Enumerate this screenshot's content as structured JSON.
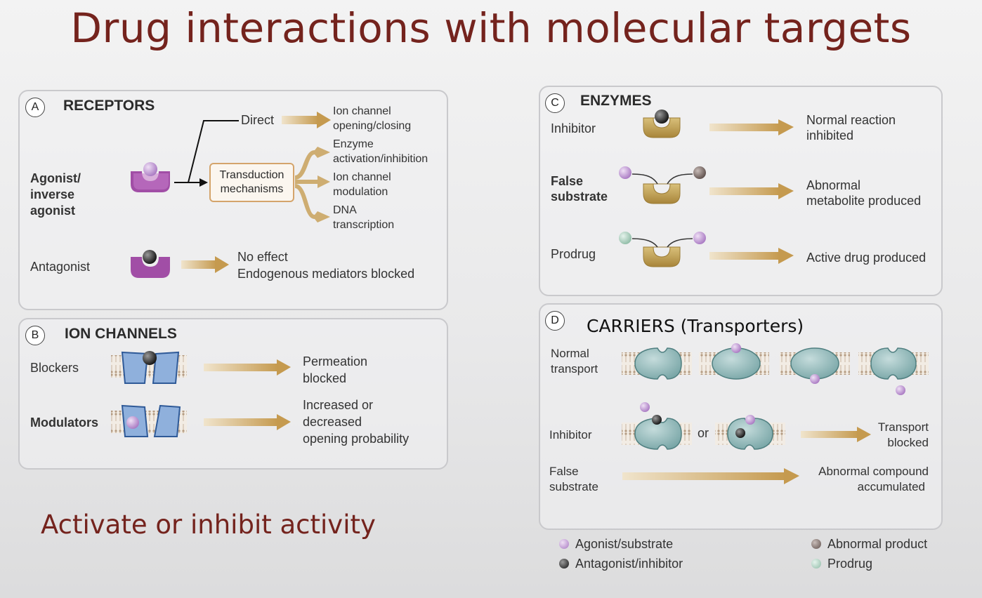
{
  "title": "Drug interactions with molecular targets",
  "subtitle": "Activate or inhibit  activity",
  "panels": {
    "receptors": {
      "letter": "A",
      "heading": "RECEPTORS",
      "agonist_label_1": "Agonist/",
      "agonist_label_2": "inverse",
      "agonist_label_3": "agonist",
      "direct": "Direct",
      "transduction_1": "Transduction",
      "transduction_2": "mechanisms",
      "out_ion_1": "Ion channel",
      "out_ion_2": "opening/closing",
      "out_enzyme_1": "Enzyme",
      "out_enzyme_2": "activation/inhibition",
      "out_mod_1": "Ion channel",
      "out_mod_2": "modulation",
      "out_dna_1": "DNA",
      "out_dna_2": "transcription",
      "antagonist": "Antagonist",
      "no_effect": "No effect",
      "blocked": "Endogenous mediators blocked"
    },
    "ion_channels": {
      "letter": "B",
      "heading": "ION CHANNELS",
      "blockers": "Blockers",
      "permeation_1": "Permeation",
      "permeation_2": "blocked",
      "modulators": "Modulators",
      "mod_out_1": "Increased or",
      "mod_out_2": "decreased",
      "mod_out_3": "opening probability"
    },
    "enzymes": {
      "letter": "C",
      "heading": "ENZYMES",
      "inhibitor": "Inhibitor",
      "inh_out_1": "Normal reaction",
      "inh_out_2": "inhibited",
      "false_sub_1": "False",
      "false_sub_2": "substrate",
      "false_out_1": "Abnormal",
      "false_out_2": "metabolite produced",
      "prodrug": "Prodrug",
      "prodrug_out": "Active drug produced"
    },
    "carriers": {
      "letter": "D",
      "heading": "CARRIERS (Transporters)",
      "normal_1": "Normal",
      "normal_2": "transport",
      "inhibitor": "Inhibitor",
      "or": "or",
      "inh_out_1": "Transport",
      "inh_out_2": "blocked",
      "false_1": "False",
      "false_2": "substrate",
      "false_out_1": "Abnormal compound",
      "false_out_2": "accumulated"
    }
  },
  "legend": {
    "agonist": "Agonist/substrate",
    "antagonist": "Antagonist/inhibitor",
    "abnormal": "Abnormal product",
    "prodrug": "Prodrug"
  },
  "colors": {
    "title": "#74231d",
    "arrow": "#c9a25c",
    "receptor": "#a14ea6",
    "channel": "#6f90c9",
    "enzyme": "#b89a4e",
    "carrier": "#8fb2b3",
    "agonist": "#c49ad6",
    "antagonist": "#222222",
    "abnormal": "#7a6a66",
    "prodrug": "#9ec7b4"
  }
}
